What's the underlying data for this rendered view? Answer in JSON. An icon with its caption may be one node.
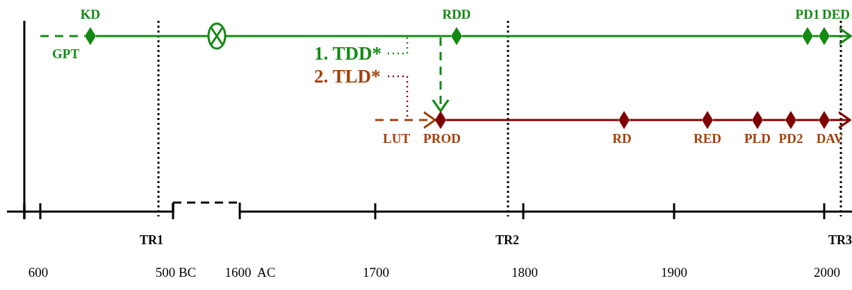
{
  "diagram": {
    "nodes": [
      {
        "text": [
          "GPT"
        ]
      },
      {
        "text": [
          "KD"
        ]
      },
      {
        "text": [],
        "shape": "circle"
      },
      {
        "text": [
          "RDD"
        ]
      },
      {
        "text": [
          "PD1"
        ]
      },
      {
        "text": [
          "DED"
        ]
      },
      {
        "text": [
          "LUT"
        ]
      },
      {
        "text": [
          "PROD"
        ]
      },
      {
        "text": [
          "RD"
        ]
      },
      {
        "text": [
          "RED"
        ]
      },
      {
        "text": [
          "PLD"
        ]
      },
      {
        "text": [
          "PD2"
        ]
      },
      {
        "text": [
          "DAV"
        ]
      },
      {
        "text": [
          "1. TDD*"
        ]
      },
      {
        "text": [
          "2. TLD*"
        ]
      }
    ],
    "edges": [
      {
        "from": 0,
        "to": 1,
        "arrow": "none",
        "style": "dashed",
        "color": "#138a13"
      },
      {
        "from": 1,
        "to": 2,
        "arrow": "none",
        "color": "#138a13"
      },
      {
        "from": 2,
        "to": 3,
        "arrow": "none",
        "color": "#138a13"
      },
      {
        "from": 3,
        "to": 4,
        "arrow": "none",
        "color": "#138a13"
      },
      {
        "from": 4,
        "to": 5,
        "arrow": "none",
        "color": "#138a13"
      },
      {
        "from": 5,
        "to": null,
        "arrow": "to",
        "color": "#138a13"
      },
      {
        "from": null,
        "to": 7,
        "arrow": "to",
        "style": "dashed",
        "color": "#138a13"
      },
      {
        "from": 6,
        "to": 7,
        "arrow": "to",
        "style": "dashed",
        "color": "#a3400c"
      },
      {
        "from": 7,
        "to": 8,
        "arrow": "none",
        "color": "#800000"
      },
      {
        "from": 8,
        "to": 9,
        "arrow": "none",
        "color": "#800000"
      },
      {
        "from": 9,
        "to": 10,
        "arrow": "none",
        "color": "#800000"
      },
      {
        "from": 10,
        "to": 11,
        "arrow": "none",
        "color": "#800000"
      },
      {
        "from": 11,
        "to": 12,
        "arrow": "none",
        "color": "#800000"
      },
      {
        "from": 12,
        "to": null,
        "arrow": "to",
        "color": "#800000"
      },
      {
        "from": 13,
        "to": null,
        "arrow": "none",
        "style": "dashed",
        "color": "#138a13"
      },
      {
        "from": 14,
        "to": 6,
        "arrow": "none",
        "style": "dashed",
        "color": "#800000"
      }
    ],
    "labels": [
      "TR1",
      "TR2",
      "TR3",
      "600",
      "500 BC",
      "1600  AC",
      "1700",
      "1800",
      "1900",
      "2000"
    ]
  }
}
